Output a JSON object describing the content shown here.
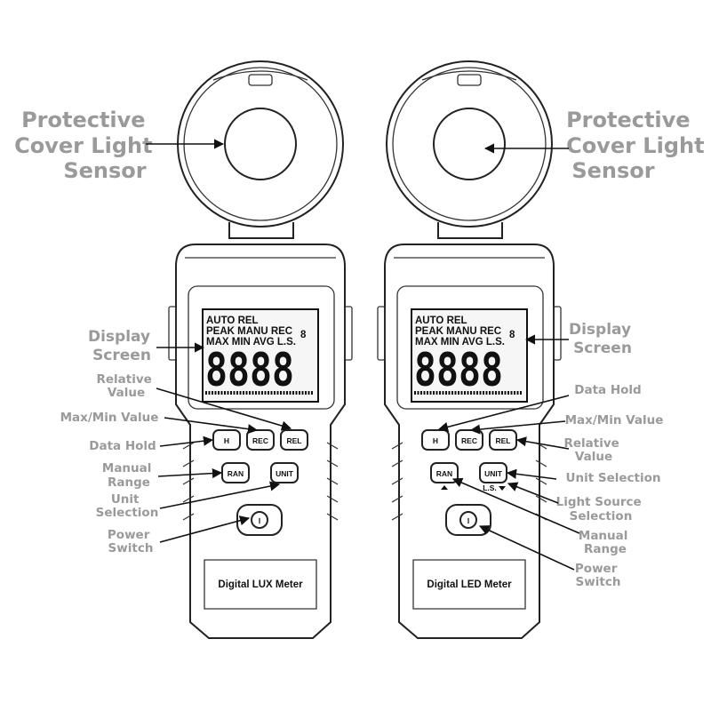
{
  "left_meter": {
    "name": "Digital LUX Meter",
    "lcd": {
      "row1": "AUTO REL",
      "row2": "PEAK MANU REC",
      "row3": "MAX MIN AVG L.S.",
      "digits": "8888",
      "side_big": "8"
    },
    "keys": {
      "hold": "H",
      "rec": "REC",
      "rel": "REL",
      "ran": "RAN",
      "unit": "UNIT",
      "power": "Ⅰ"
    },
    "labels": {
      "cover": [
        "Protective",
        "Cover Light",
        "Sensor"
      ],
      "display": [
        "Display",
        "Screen"
      ],
      "relative": [
        "Relative",
        "Value"
      ],
      "maxmin": "Max/Min Value",
      "hold": "Data Hold",
      "manual": [
        "Manual",
        "Range"
      ],
      "unit": [
        "Unit",
        "Selection"
      ],
      "power": [
        "Power",
        "Switch"
      ]
    }
  },
  "right_meter": {
    "name": "Digital LED Meter",
    "lcd": {
      "row1": "AUTO REL",
      "row2": "PEAK MANU REC",
      "row3": "MAX MIN AVG L.S.",
      "digits": "8888",
      "side_big": "8"
    },
    "keys": {
      "hold": "H",
      "rec": "REC",
      "rel": "REL",
      "ran": "RAN",
      "unit": "UNIT",
      "power": "Ⅰ",
      "unit_sub": "L.S."
    },
    "labels": {
      "cover": [
        "Protective",
        "Cover Light",
        "Sensor"
      ],
      "display": [
        "Display",
        "Screen"
      ],
      "hold": "Data Hold",
      "maxmin": "Max/Min Value",
      "relative": [
        "Relative",
        "Value"
      ],
      "unit": "Unit Selection",
      "light_source": [
        "Light Source",
        "Selection"
      ],
      "manual": [
        "Manual",
        "Range"
      ],
      "power": [
        "Power",
        "Switch"
      ]
    }
  }
}
